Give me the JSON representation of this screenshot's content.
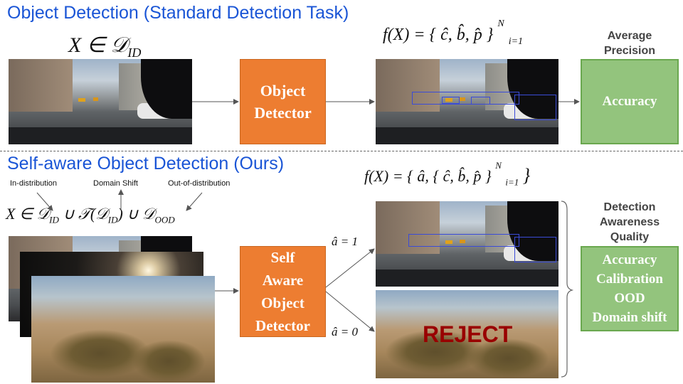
{
  "top": {
    "title": "Object Detection (Standard Detection Task)",
    "input_math": "X ∈ 𝒟",
    "input_math_sub": "ID",
    "detector_line1": "Object",
    "detector_line2": "Detector",
    "output_math": "f(X) = { ĉ, b̂, p̂ }",
    "output_sub_i": "i",
    "output_sup_n": "N",
    "output_sub_range": "i=1",
    "metric_label_line1": "Average",
    "metric_label_line2": "Precision",
    "metric_value": "Accuracy"
  },
  "bottom": {
    "title": "Self-aware Object Detection (Ours)",
    "label_id": "In-distribution",
    "label_shift": "Domain Shift",
    "label_ood": "Out-of-distribution",
    "input_math": "X ∈ 𝒟",
    "input_sub_id": "ID",
    "input_union_t": "∪ 𝒯(𝒟",
    "input_union_close": ") ∪ 𝒟",
    "input_sub_ood": "OOD",
    "detector_lines": [
      "Self",
      "Aware",
      "Object",
      "Detector"
    ],
    "output_math": "f(X) = { â, { ĉ, b̂, p̂ }",
    "a_hat_one": "â = 1",
    "a_hat_zero": "â = 0",
    "reject_label": "REJECT",
    "quality_label_lines": [
      "Detection",
      "Awareness",
      "Quality"
    ],
    "quality_items": [
      "Accuracy",
      "Calibration",
      "OOD",
      "Domain shift"
    ]
  },
  "colors": {
    "title_blue": "#1a55d6",
    "detector_orange": "#ed7d31",
    "metric_green": "#93c47d",
    "reject_red": "#990000"
  }
}
